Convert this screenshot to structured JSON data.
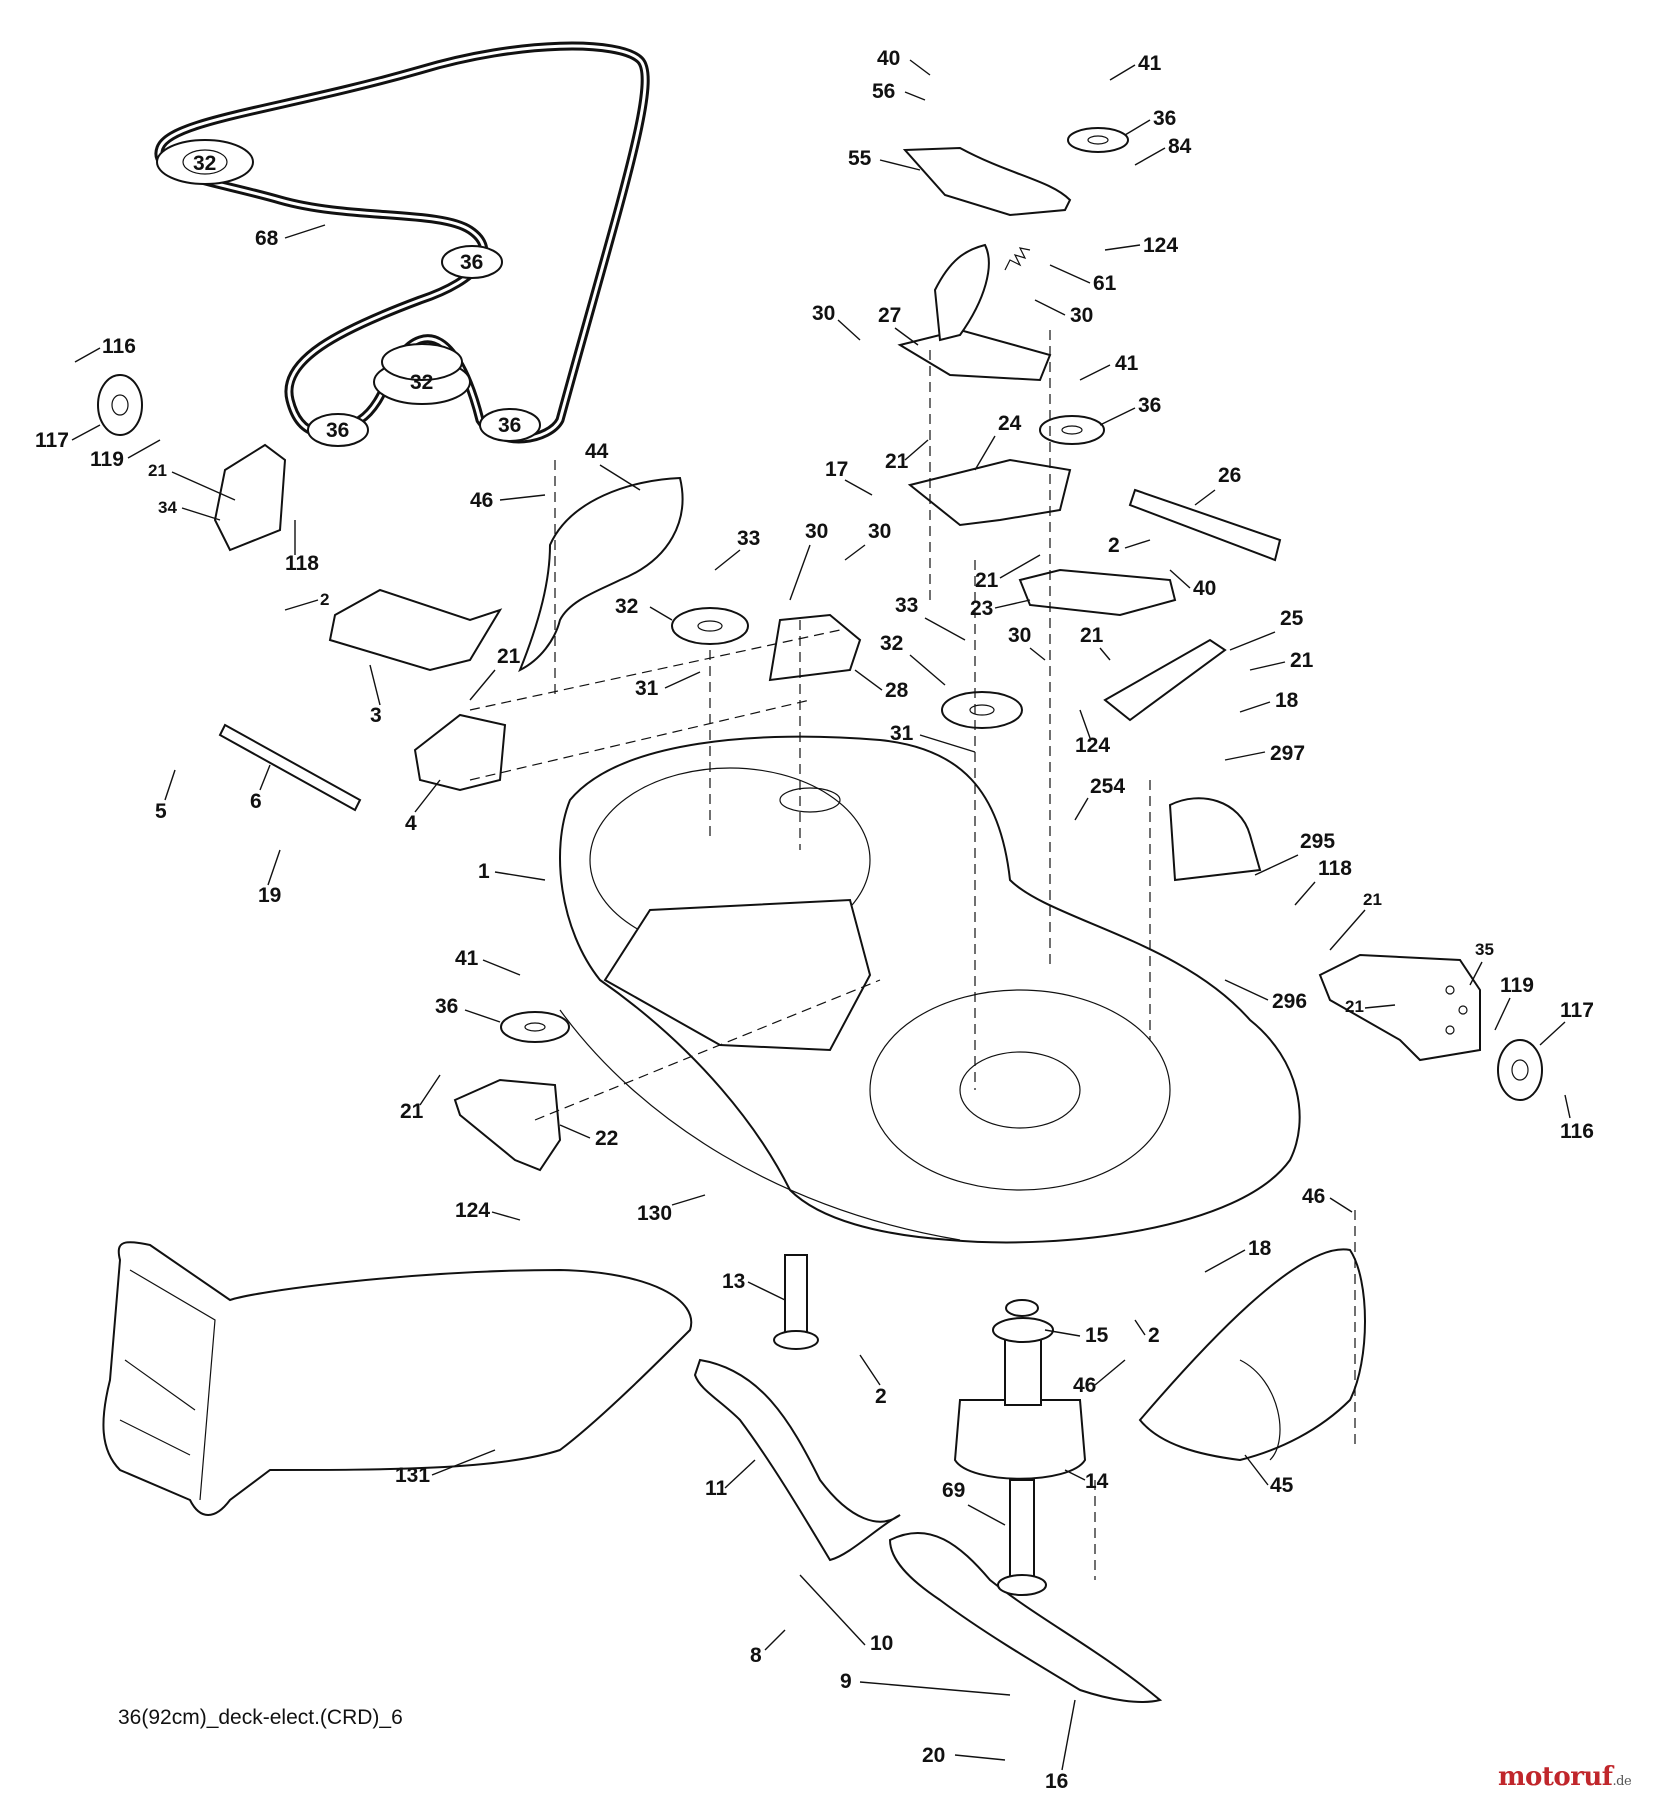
{
  "caption": "36(92cm)_deck-elect.(CRD)_6",
  "watermark": {
    "brand": "motoruf",
    "suffix": ".de",
    "color": "#c0262b"
  },
  "callouts": {
    "c1": "1",
    "c2a": "2",
    "c2b": "2",
    "c2c": "2",
    "c2d": "2",
    "c3": "3",
    "c4": "4",
    "c5": "5",
    "c6": "6",
    "c8": "8",
    "c9": "9",
    "c10": "10",
    "c11": "11",
    "c13": "13",
    "c14": "14",
    "c15": "15",
    "c16": "16",
    "c17": "17",
    "c18a": "18",
    "c18b": "18",
    "c19": "19",
    "c20": "20",
    "c21a": "21",
    "c21b": "21",
    "c21c": "21",
    "c21d": "21",
    "c21e": "21",
    "c21f": "21",
    "c21g": "21",
    "c21h": "21",
    "c21i": "21",
    "c22": "22",
    "c23": "23",
    "c24": "24",
    "c25": "25",
    "c26": "26",
    "c27": "27",
    "c28": "28",
    "c30a": "30",
    "c30b": "30",
    "c30c": "30",
    "c30d": "30",
    "c30e": "30",
    "c31a": "31",
    "c31b": "31",
    "c32a": "32",
    "c32b": "32",
    "c32c": "32",
    "c32d": "32",
    "c33a": "33",
    "c33b": "33",
    "c34": "34",
    "c35": "35",
    "c36a": "36",
    "c36b": "36",
    "c36c": "36",
    "c36d": "36",
    "c36e": "36",
    "c36f": "36",
    "c40a": "40",
    "c40b": "40",
    "c41a": "41",
    "c41b": "41",
    "c41c": "41",
    "c44": "44",
    "c45": "45",
    "c46a": "46",
    "c46b": "46",
    "c46c": "46",
    "c55": "55",
    "c56": "56",
    "c61": "61",
    "c68": "68",
    "c69": "69",
    "c84": "84",
    "c116a": "116",
    "c116b": "116",
    "c117a": "117",
    "c117b": "117",
    "c118a": "118",
    "c118b": "118",
    "c119a": "119",
    "c119b": "119",
    "c124a": "124",
    "c124b": "124",
    "c124c": "124",
    "c130": "130",
    "c131": "131",
    "c254": "254",
    "c295": "295",
    "c296": "296",
    "c297": "297"
  }
}
